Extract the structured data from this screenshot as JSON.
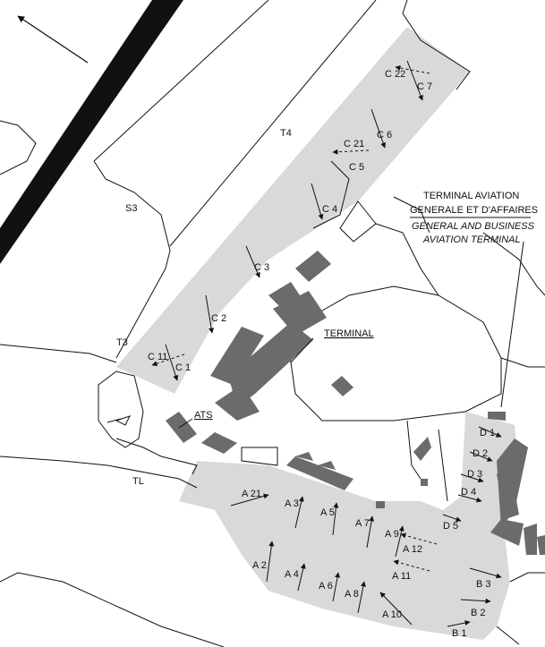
{
  "colors": {
    "apron": "#d9d9d9",
    "building": "#6b6b6b",
    "runway": "#111111",
    "line": "#111111",
    "background": "#ffffff"
  },
  "labels": {
    "taxiways": {
      "t4": "T4",
      "s3": "S3",
      "t3": "T3",
      "tl": "TL"
    },
    "ats": "ATS",
    "terminal": "TERMINAL",
    "ga_terminal": {
      "line1": "TERMINAL AVIATION",
      "line2": "GENERALE ET D'AFFAIRES",
      "line3": "GENERAL AND BUSINESS",
      "line4": "AVIATION TERMINAL"
    }
  },
  "stands": {
    "c22": "C 22",
    "c7": "C 7",
    "c21": "C 21",
    "c6": "C 6",
    "c5": "C 5",
    "c4": "C 4",
    "c3": "C 3",
    "c2": "C 2",
    "c11": "C 11",
    "c1": "C 1",
    "a21": "A 21",
    "a3": "A 3",
    "a5": "A 5",
    "a7": "A 7",
    "a9": "A 9",
    "a12": "A 12",
    "a2": "A 2",
    "a4": "A 4",
    "a6": "A 6",
    "a8": "A 8",
    "a11": "A 11",
    "a10": "A 10",
    "d1": "D 1",
    "d2": "D 2",
    "d3": "D 3",
    "d4": "D 4",
    "d5": "D 5",
    "b3": "B 3",
    "b2": "B 2",
    "b1": "B 1"
  },
  "icons": {
    "windsock": "windsock-icon",
    "north": "north-arrow-icon"
  }
}
